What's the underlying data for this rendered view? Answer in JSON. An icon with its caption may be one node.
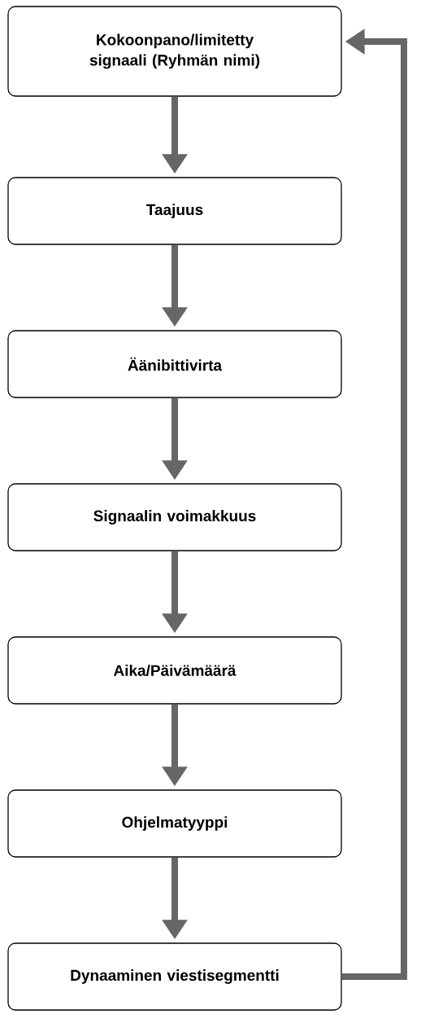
{
  "diagram": {
    "nodes": [
      {
        "text": [
          "Kokoonpano/limitetty signaali (Ryhmän nimi)"
        ]
      },
      {
        "text": [
          "Taajuus"
        ]
      },
      {
        "text": [
          "Äänibittivirta"
        ]
      },
      {
        "text": [
          "Signaalin voimakkuus"
        ]
      },
      {
        "text": [
          "Aika/Päivämäärä"
        ]
      },
      {
        "text": [
          "Ohjelmatyyppi"
        ]
      },
      {
        "text": [
          "Dynaaminen viestisegmentti"
        ]
      }
    ],
    "edges": [
      {
        "from": 0,
        "to": 1,
        "arrow": "to"
      },
      {
        "from": 1,
        "to": 2,
        "arrow": "to"
      },
      {
        "from": 2,
        "to": 3,
        "arrow": "to"
      },
      {
        "from": 3,
        "to": 4,
        "arrow": "to"
      },
      {
        "from": 4,
        "to": 5,
        "arrow": "to"
      },
      {
        "from": 5,
        "to": 6,
        "arrow": "to"
      },
      {
        "from": 6,
        "to": 0,
        "arrow": "to"
      }
    ]
  }
}
